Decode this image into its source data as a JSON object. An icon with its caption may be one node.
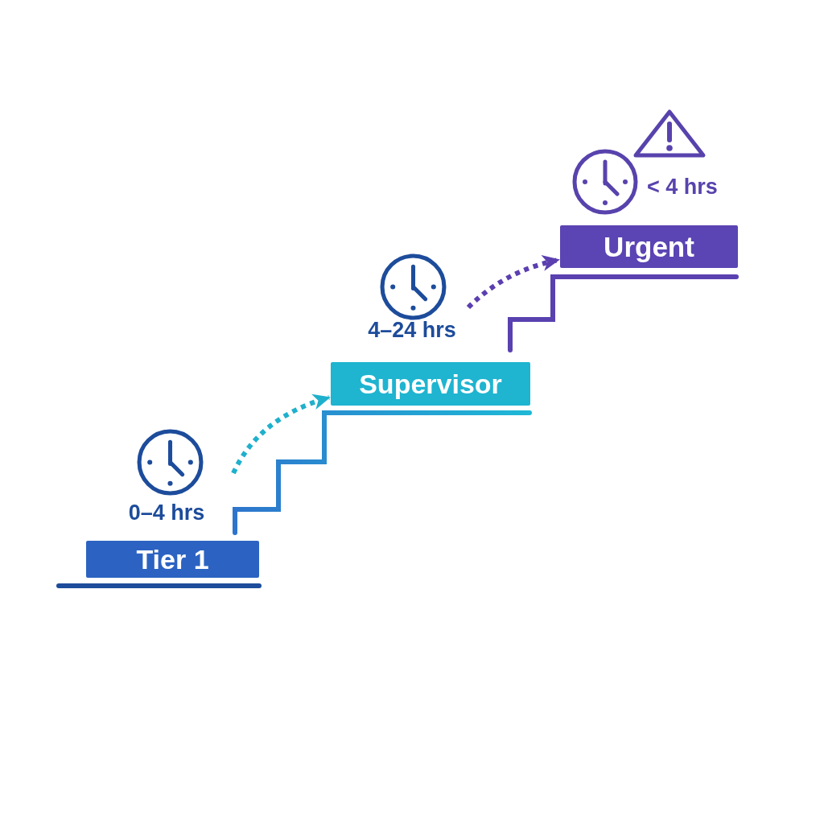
{
  "diagram": {
    "nodes": [
      {
        "text": [
          "Tier 1"
        ],
        "beside": [
          "0–4 hrs"
        ]
      },
      {
        "text": [
          "Supervisor"
        ],
        "beside": [
          "4–24 hrs"
        ]
      },
      {
        "text": [
          "Urgent"
        ],
        "beside": [
          "< 4 hrs"
        ]
      }
    ],
    "edges": [
      {
        "from": null,
        "to": 1,
        "arrow": "to",
        "style": "dashed",
        "color": "#1fb0cc"
      },
      {
        "from": null,
        "to": 2,
        "arrow": "to",
        "style": "dashed",
        "color": "#5b3fb0"
      }
    ]
  }
}
